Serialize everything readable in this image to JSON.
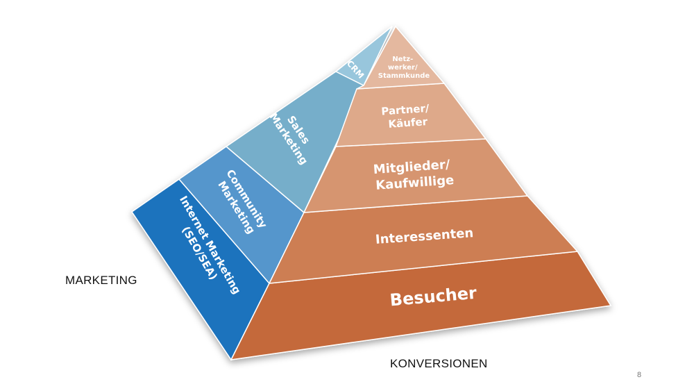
{
  "slide": {
    "page_number": "8",
    "marketing_label": "MARKETING",
    "conversions_label": "KONVERSIONEN"
  },
  "pyramid": {
    "marketing_side": [
      {
        "id": "internet",
        "lines": [
          "Internet Marketing",
          "(SEO/SEA)"
        ],
        "color": "#1f73bd"
      },
      {
        "id": "community",
        "lines": [
          "Community",
          "Marketing"
        ],
        "color": "#5596cc"
      },
      {
        "id": "sales",
        "lines": [
          "Sales",
          "Marketing"
        ],
        "color": "#76aeca"
      },
      {
        "id": "crm",
        "lines": [
          "CRM"
        ],
        "color": "#98c6dc"
      }
    ],
    "conversion_side": [
      {
        "id": "besucher",
        "lines": [
          "Besucher"
        ],
        "color": "#c4693a"
      },
      {
        "id": "interessenten",
        "lines": [
          "Interessenten"
        ],
        "color": "#cd7e52"
      },
      {
        "id": "mitglieder",
        "lines": [
          "Mitglieder/",
          "Kaufwillige"
        ],
        "color": "#d69570"
      },
      {
        "id": "partner",
        "lines": [
          "Partner/",
          "Käufer"
        ],
        "color": "#dea98a"
      },
      {
        "id": "netzwerker",
        "lines": [
          "Netz-",
          "werker/",
          "Stammkunde"
        ],
        "color": "#e4b89f"
      }
    ]
  }
}
